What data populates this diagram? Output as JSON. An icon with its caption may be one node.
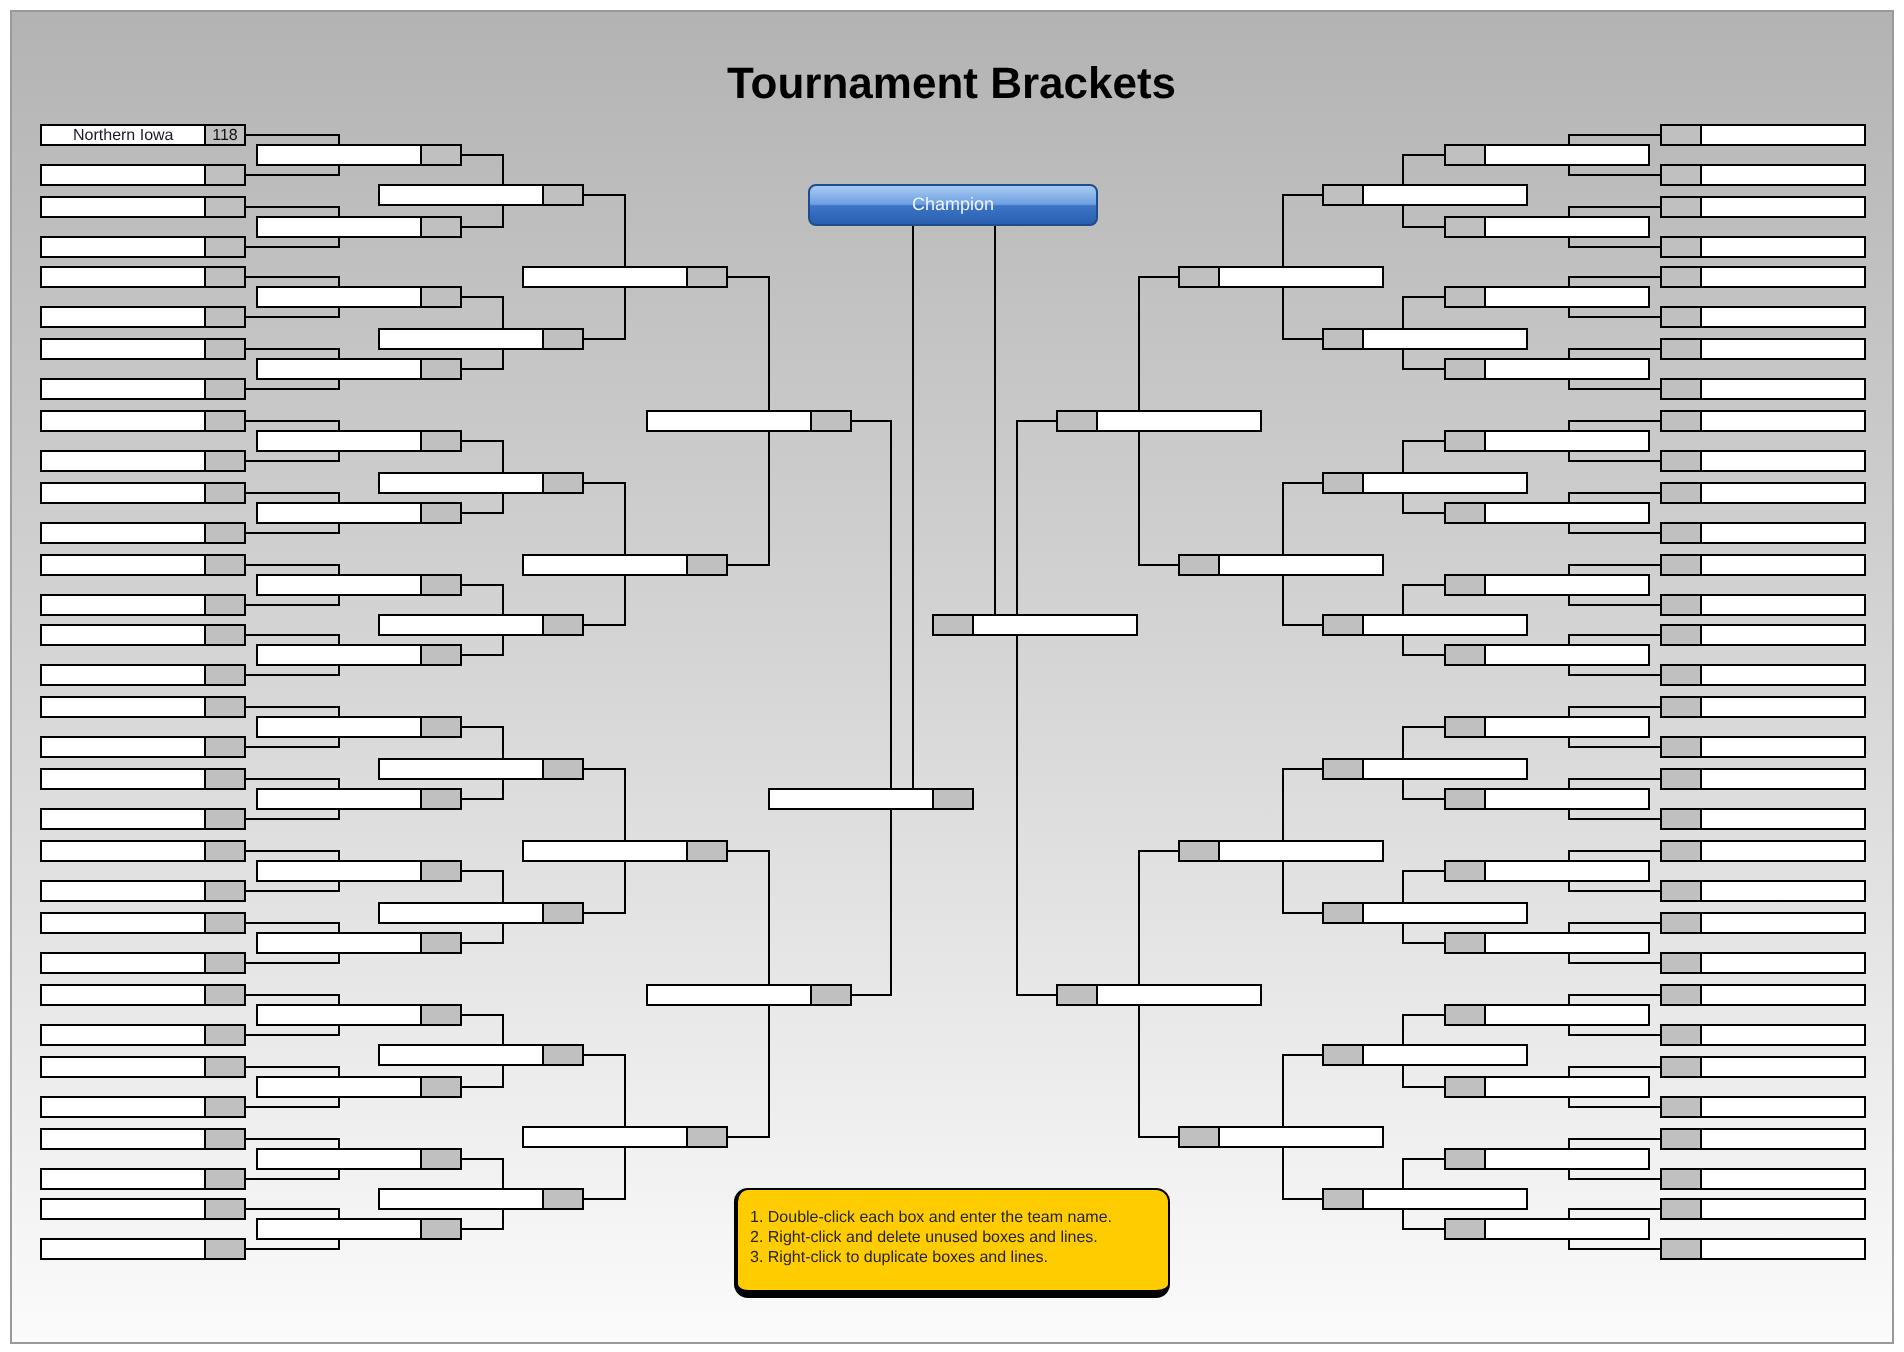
{
  "diagram": {
    "title": "Tournament Brackets",
    "nodes": [
      {
        "text": [
          "Northern Iowa",
          "118"
        ]
      },
      {
        "text": [],
        "shape": "box"
      },
      {
        "text": [],
        "shape": "box"
      },
      {
        "text": [],
        "shape": "box"
      },
      {
        "text": [],
        "shape": "box"
      },
      {
        "text": [],
        "shape": "box"
      },
      {
        "text": [],
        "shape": "box"
      },
      {
        "text": [],
        "shape": "box"
      },
      {
        "text": [],
        "shape": "box"
      },
      {
        "text": [],
        "shape": "box"
      },
      {
        "text": [],
        "shape": "box"
      },
      {
        "text": [],
        "shape": "box"
      },
      {
        "text": [],
        "shape": "box"
      },
      {
        "text": [],
        "shape": "box"
      },
      {
        "text": [],
        "shape": "box"
      },
      {
        "text": [],
        "shape": "box"
      },
      {
        "text": [],
        "shape": "box"
      },
      {
        "text": [],
        "shape": "box"
      },
      {
        "text": [],
        "shape": "box"
      },
      {
        "text": [],
        "shape": "box"
      },
      {
        "text": [],
        "shape": "box"
      },
      {
        "text": [],
        "shape": "box"
      },
      {
        "text": [],
        "shape": "box"
      },
      {
        "text": [],
        "shape": "box"
      },
      {
        "text": [],
        "shape": "box"
      },
      {
        "text": [],
        "shape": "box"
      },
      {
        "text": [],
        "shape": "box"
      },
      {
        "text": [],
        "shape": "box"
      },
      {
        "text": [],
        "shape": "box"
      },
      {
        "text": [],
        "shape": "box"
      },
      {
        "text": [],
        "shape": "box"
      },
      {
        "text": [],
        "shape": "box"
      },
      {
        "text": [],
        "shape": "box"
      },
      {
        "text": [],
        "shape": "box"
      },
      {
        "text": [],
        "shape": "box"
      },
      {
        "text": [],
        "shape": "box"
      },
      {
        "text": [],
        "shape": "box"
      },
      {
        "text": [],
        "shape": "box"
      },
      {
        "text": [],
        "shape": "box"
      },
      {
        "text": [],
        "shape": "box"
      },
      {
        "text": [],
        "shape": "box"
      },
      {
        "text": [],
        "shape": "box"
      },
      {
        "text": [],
        "shape": "box"
      },
      {
        "text": [],
        "shape": "box"
      },
      {
        "text": [],
        "shape": "box"
      },
      {
        "text": [],
        "shape": "box"
      },
      {
        "text": [],
        "shape": "box"
      },
      {
        "text": [],
        "shape": "box"
      },
      {
        "text": [],
        "shape": "box"
      },
      {
        "text": [],
        "shape": "box"
      },
      {
        "text": [],
        "shape": "box"
      },
      {
        "text": [],
        "shape": "box"
      },
      {
        "text": [],
        "shape": "box"
      },
      {
        "text": [],
        "shape": "box"
      },
      {
        "text": [],
        "shape": "box"
      },
      {
        "text": [],
        "shape": "box"
      },
      {
        "text": [],
        "shape": "box"
      },
      {
        "text": [],
        "shape": "box"
      },
      {
        "text": [],
        "shape": "box"
      },
      {
        "text": [],
        "shape": "box"
      },
      {
        "text": [],
        "shape": "box"
      },
      {
        "text": [],
        "shape": "box"
      },
      {
        "text": [],
        "shape": "box"
      },
      {
        "text": [
          "Champion"
        ]
      },
      {
        "text": [],
        "shape": "box"
      },
      {
        "text": [],
        "shape": "box"
      },
      {
        "text": [],
        "shape": "box"
      },
      {
        "text": [],
        "shape": "box"
      },
      {
        "text": [],
        "shape": "box"
      },
      {
        "text": [],
        "shape": "box"
      },
      {
        "text": [],
        "shape": "box"
      },
      {
        "text": [],
        "shape": "box"
      },
      {
        "text": [],
        "shape": "box"
      },
      {
        "text": [],
        "shape": "box"
      },
      {
        "text": [],
        "shape": "box"
      },
      {
        "text": [],
        "shape": "box"
      },
      {
        "text": [],
        "shape": "box"
      },
      {
        "text": [],
        "shape": "box"
      },
      {
        "text": [],
        "shape": "box"
      },
      {
        "text": [],
        "shape": "box"
      },
      {
        "text": [],
        "shape": "box"
      },
      {
        "text": [],
        "shape": "box"
      },
      {
        "text": [],
        "shape": "box"
      },
      {
        "text": [],
        "shape": "box"
      },
      {
        "text": [],
        "shape": "box"
      },
      {
        "text": [],
        "shape": "box"
      },
      {
        "text": [],
        "shape": "box"
      },
      {
        "text": [],
        "shape": "box"
      },
      {
        "text": [],
        "shape": "box"
      },
      {
        "text": [],
        "shape": "box"
      },
      {
        "text": [],
        "shape": "box"
      },
      {
        "text": [],
        "shape": "box"
      },
      {
        "text": [],
        "shape": "box"
      },
      {
        "text": [],
        "shape": "box"
      },
      {
        "text": [],
        "shape": "box"
      },
      {
        "text": [],
        "shape": "box"
      },
      {
        "text": [],
        "shape": "box"
      },
      {
        "text": [],
        "shape": "box"
      },
      {
        "text": [],
        "shape": "box"
      },
      {
        "text": [],
        "shape": "box"
      },
      {
        "text": [],
        "shape": "box"
      },
      {
        "text": [],
        "shape": "box"
      },
      {
        "text": [],
        "shape": "box"
      },
      {
        "text": [],
        "shape": "box"
      },
      {
        "text": [],
        "shape": "box"
      },
      {
        "text": [],
        "shape": "box"
      },
      {
        "text": [],
        "shape": "box"
      },
      {
        "text": [],
        "shape": "box"
      },
      {
        "text": [],
        "shape": "box"
      },
      {
        "text": [],
        "shape": "box"
      },
      {
        "text": [],
        "shape": "box"
      },
      {
        "text": [],
        "shape": "box"
      },
      {
        "text": [],
        "shape": "box"
      },
      {
        "text": [],
        "shape": "box"
      },
      {
        "text": [],
        "shape": "box"
      },
      {
        "text": [],
        "shape": "box"
      },
      {
        "text": [],
        "shape": "box"
      },
      {
        "text": [],
        "shape": "box"
      },
      {
        "text": [],
        "shape": "box"
      },
      {
        "text": [],
        "shape": "box"
      },
      {
        "text": [],
        "shape": "box"
      },
      {
        "text": [],
        "shape": "box"
      },
      {
        "text": [],
        "shape": "box"
      },
      {
        "text": [],
        "shape": "box"
      },
      {
        "text": [],
        "shape": "box"
      },
      {
        "text": [],
        "shape": "box"
      },
      {
        "text": [],
        "shape": "box"
      },
      {
        "text": [
          "1. Double-click each box and enter the team name.",
          "2. Right-click and delete unused boxes and lines.",
          "3. Right-click to duplicate boxes and lines."
        ]
      }
    ],
    "edges": [
      {
        "from": 0,
        "to": 32,
        "arrow": "none"
      },
      {
        "from": 1,
        "to": 32,
        "arrow": "none"
      },
      {
        "from": 2,
        "to": 33,
        "arrow": "none"
      },
      {
        "from": 3,
        "to": 33,
        "arrow": "none"
      },
      {
        "from": 4,
        "to": 34,
        "arrow": "none"
      },
      {
        "from": 5,
        "to": 34,
        "arrow": "none"
      },
      {
        "from": 6,
        "to": 35,
        "arrow": "none"
      },
      {
        "from": 7,
        "to": 35,
        "arrow": "none"
      },
      {
        "from": 8,
        "to": 36,
        "arrow": "none"
      },
      {
        "from": 9,
        "to": 36,
        "arrow": "none"
      },
      {
        "from": 10,
        "to": 37,
        "arrow": "none"
      },
      {
        "from": 11,
        "to": 37,
        "arrow": "none"
      },
      {
        "from": 12,
        "to": 38,
        "arrow": "none"
      },
      {
        "from": 13,
        "to": 38,
        "arrow": "none"
      },
      {
        "from": 14,
        "to": 39,
        "arrow": "none"
      },
      {
        "from": 15,
        "to": 39,
        "arrow": "none"
      },
      {
        "from": 16,
        "to": 40,
        "arrow": "none"
      },
      {
        "from": 17,
        "to": 40,
        "arrow": "none"
      },
      {
        "from": 18,
        "to": 41,
        "arrow": "none"
      },
      {
        "from": 19,
        "to": 41,
        "arrow": "none"
      },
      {
        "from": 20,
        "to": 42,
        "arrow": "none"
      },
      {
        "from": 21,
        "to": 42,
        "arrow": "none"
      },
      {
        "from": 22,
        "to": 43,
        "arrow": "none"
      },
      {
        "from": 23,
        "to": 43,
        "arrow": "none"
      },
      {
        "from": 24,
        "to": 44,
        "arrow": "none"
      },
      {
        "from": 25,
        "to": 44,
        "arrow": "none"
      },
      {
        "from": 26,
        "to": 45,
        "arrow": "none"
      },
      {
        "from": 27,
        "to": 45,
        "arrow": "none"
      },
      {
        "from": 28,
        "to": 46,
        "arrow": "none"
      },
      {
        "from": 29,
        "to": 46,
        "arrow": "none"
      },
      {
        "from": 30,
        "to": 47,
        "arrow": "none"
      },
      {
        "from": 31,
        "to": 47,
        "arrow": "none"
      },
      {
        "from": 32,
        "to": 48,
        "arrow": "none"
      },
      {
        "from": 33,
        "to": 48,
        "arrow": "none"
      },
      {
        "from": 34,
        "to": 49,
        "arrow": "none"
      },
      {
        "from": 35,
        "to": 49,
        "arrow": "none"
      },
      {
        "from": 36,
        "to": 50,
        "arrow": "none"
      },
      {
        "from": 37,
        "to": 50,
        "arrow": "none"
      },
      {
        "from": 38,
        "to": 51,
        "arrow": "none"
      },
      {
        "from": 39,
        "to": 51,
        "arrow": "none"
      },
      {
        "from": 40,
        "to": 52,
        "arrow": "none"
      },
      {
        "from": 41,
        "to": 52,
        "arrow": "none"
      },
      {
        "from": 42,
        "to": 53,
        "arrow": "none"
      },
      {
        "from": 43,
        "to": 53,
        "arrow": "none"
      },
      {
        "from": 44,
        "to": 54,
        "arrow": "none"
      },
      {
        "from": 45,
        "to": 54,
        "arrow": "none"
      },
      {
        "from": 46,
        "to": 55,
        "arrow": "none"
      },
      {
        "from": 47,
        "to": 55,
        "arrow": "none"
      },
      {
        "from": 48,
        "to": 56,
        "arrow": "none"
      },
      {
        "from": 49,
        "to": 56,
        "arrow": "none"
      },
      {
        "from": 50,
        "to": 57,
        "arrow": "none"
      },
      {
        "from": 51,
        "to": 57,
        "arrow": "none"
      },
      {
        "from": 52,
        "to": 58,
        "arrow": "none"
      },
      {
        "from": 53,
        "to": 58,
        "arrow": "none"
      },
      {
        "from": 54,
        "to": 59,
        "arrow": "none"
      },
      {
        "from": 55,
        "to": 59,
        "arrow": "none"
      },
      {
        "from": 56,
        "to": 60,
        "arrow": "none"
      },
      {
        "from": 57,
        "to": 60,
        "arrow": "none"
      },
      {
        "from": 58,
        "to": 61,
        "arrow": "none"
      },
      {
        "from": 59,
        "to": 61,
        "arrow": "none"
      },
      {
        "from": 60,
        "to": 62,
        "arrow": "none"
      },
      {
        "from": 61,
        "to": 62,
        "arrow": "none"
      },
      {
        "from": 62,
        "to": 63,
        "arrow": "none"
      },
      {
        "from": 64,
        "to": 63,
        "arrow": "none"
      },
      {
        "from": 65,
        "to": 64,
        "arrow": "none"
      },
      {
        "from": 66,
        "to": 64,
        "arrow": "none"
      },
      {
        "from": 67,
        "to": 65,
        "arrow": "none"
      },
      {
        "from": 68,
        "to": 65,
        "arrow": "none"
      },
      {
        "from": 69,
        "to": 66,
        "arrow": "none"
      },
      {
        "from": 70,
        "to": 66,
        "arrow": "none"
      },
      {
        "from": 71,
        "to": 67,
        "arrow": "none"
      },
      {
        "from": 72,
        "to": 67,
        "arrow": "none"
      },
      {
        "from": 73,
        "to": 68,
        "arrow": "none"
      },
      {
        "from": 74,
        "to": 68,
        "arrow": "none"
      },
      {
        "from": 75,
        "to": 69,
        "arrow": "none"
      },
      {
        "from": 76,
        "to": 69,
        "arrow": "none"
      },
      {
        "from": 77,
        "to": 70,
        "arrow": "none"
      },
      {
        "from": 78,
        "to": 70,
        "arrow": "none"
      },
      {
        "from": 79,
        "to": 71,
        "arrow": "none"
      },
      {
        "from": 80,
        "to": 71,
        "arrow": "none"
      },
      {
        "from": 81,
        "to": 72,
        "arrow": "none"
      },
      {
        "from": 82,
        "to": 72,
        "arrow": "none"
      },
      {
        "from": 83,
        "to": 73,
        "arrow": "none"
      },
      {
        "from": 84,
        "to": 73,
        "arrow": "none"
      },
      {
        "from": 85,
        "to": 74,
        "arrow": "none"
      },
      {
        "from": 86,
        "to": 74,
        "arrow": "none"
      },
      {
        "from": 87,
        "to": 75,
        "arrow": "none"
      },
      {
        "from": 88,
        "to": 75,
        "arrow": "none"
      },
      {
        "from": 89,
        "to": 76,
        "arrow": "none"
      },
      {
        "from": 90,
        "to": 76,
        "arrow": "none"
      },
      {
        "from": 91,
        "to": 77,
        "arrow": "none"
      },
      {
        "from": 92,
        "to": 77,
        "arrow": "none"
      },
      {
        "from": 93,
        "to": 78,
        "arrow": "none"
      },
      {
        "from": 94,
        "to": 78,
        "arrow": "none"
      },
      {
        "from": 95,
        "to": 79,
        "arrow": "none"
      },
      {
        "from": 96,
        "to": 79,
        "arrow": "none"
      },
      {
        "from": 97,
        "to": 80,
        "arrow": "none"
      },
      {
        "from": 98,
        "to": 80,
        "arrow": "none"
      },
      {
        "from": 99,
        "to": 81,
        "arrow": "none"
      },
      {
        "from": 100,
        "to": 81,
        "arrow": "none"
      },
      {
        "from": 101,
        "to": 82,
        "arrow": "none"
      },
      {
        "from": 102,
        "to": 82,
        "arrow": "none"
      },
      {
        "from": 103,
        "to": 83,
        "arrow": "none"
      },
      {
        "from": 104,
        "to": 83,
        "arrow": "none"
      },
      {
        "from": 105,
        "to": 84,
        "arrow": "none"
      },
      {
        "from": 106,
        "to": 84,
        "arrow": "none"
      },
      {
        "from": 107,
        "to": 85,
        "arrow": "none"
      },
      {
        "from": 108,
        "to": 85,
        "arrow": "none"
      },
      {
        "from": 109,
        "to": 86,
        "arrow": "none"
      },
      {
        "from": 110,
        "to": 86,
        "arrow": "none"
      },
      {
        "from": 111,
        "to": 87,
        "arrow": "none"
      },
      {
        "from": 112,
        "to": 87,
        "arrow": "none"
      },
      {
        "from": 113,
        "to": 88,
        "arrow": "none"
      },
      {
        "from": 114,
        "to": 88,
        "arrow": "none"
      },
      {
        "from": 115,
        "to": 89,
        "arrow": "none"
      },
      {
        "from": 116,
        "to": 89,
        "arrow": "none"
      },
      {
        "from": 117,
        "to": 90,
        "arrow": "none"
      },
      {
        "from": 118,
        "to": 90,
        "arrow": "none"
      },
      {
        "from": 119,
        "to": 91,
        "arrow": "none"
      },
      {
        "from": 120,
        "to": 91,
        "arrow": "none"
      },
      {
        "from": 121,
        "to": 92,
        "arrow": "none"
      },
      {
        "from": 122,
        "to": 92,
        "arrow": "none"
      },
      {
        "from": 123,
        "to": 93,
        "arrow": "none"
      },
      {
        "from": 124,
        "to": 93,
        "arrow": "none"
      },
      {
        "from": 125,
        "to": 94,
        "arrow": "none"
      },
      {
        "from": 126,
        "to": 94,
        "arrow": "none"
      }
    ]
  }
}
